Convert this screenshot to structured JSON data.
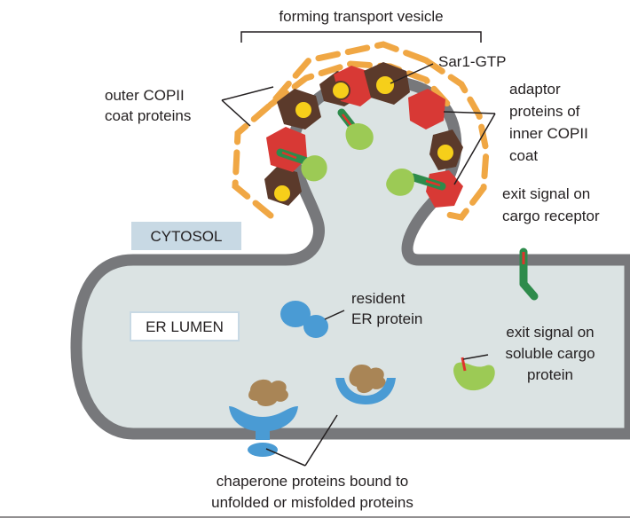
{
  "labels": {
    "forming_vesicle": "forming transport vesicle",
    "sar1_gtp": "Sar1-GTP",
    "outer_coat_line1": "outer COPII",
    "outer_coat_line2": "coat proteins",
    "adaptor_line1": "adaptor",
    "adaptor_line2": "proteins of",
    "adaptor_line3": "inner COPII",
    "adaptor_line4": "coat",
    "exit_receptor_line1": "exit signal on",
    "exit_receptor_line2": "cargo receptor",
    "cytosol": "CYTOSOL",
    "er_lumen": "ER LUMEN",
    "resident_line1": "resident",
    "resident_line2": "ER protein",
    "exit_soluble_line1": "exit signal on",
    "exit_soluble_line2": "soluble cargo",
    "exit_soluble_line3": "protein",
    "chaperone_line1": "chaperone proteins bound to",
    "chaperone_line2": "unfolded or misfolded proteins"
  },
  "colors": {
    "membrane": "#77787b",
    "lumen": "#dbe3e3",
    "outer_coat": "#f0a744",
    "inner_coat_red": "#d83935",
    "inner_coat_brown": "#5b3a2b",
    "sar1": "#f6cf1a",
    "cargo_dark_green": "#2e8b4b",
    "cargo_light_green": "#9cca55",
    "exit_signal": "#e0332b",
    "resident_blue": "#4a9bd4",
    "misfolded_tan": "#a98556",
    "label_box": "#c8d9e4"
  }
}
